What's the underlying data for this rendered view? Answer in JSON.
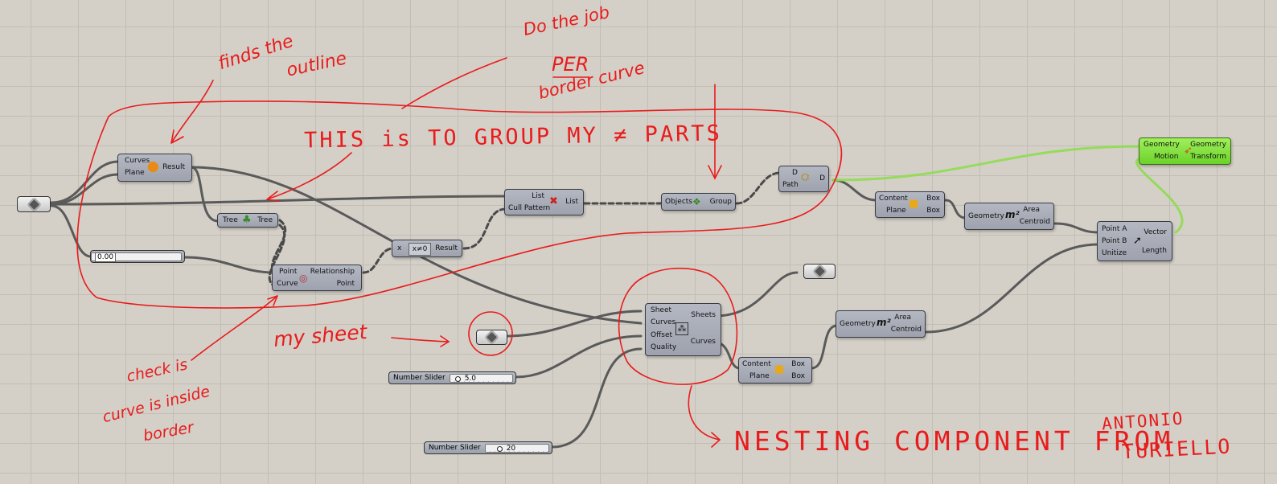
{
  "components": {
    "region_union": {
      "inputs": [
        "Curves",
        "Plane"
      ],
      "outputs": [
        "Result"
      ]
    },
    "tree_branch": {
      "input": "Tree",
      "output": "Tree"
    },
    "contains": {
      "inputs": [
        "Point",
        "Curve"
      ],
      "outputs": [
        "Relationship",
        "Point"
      ]
    },
    "not_equal": {
      "input": "x",
      "op": "x≠0",
      "output": "Result"
    },
    "cull": {
      "inputs": [
        "List",
        "Cull Pattern"
      ],
      "outputs": [
        "List"
      ]
    },
    "group": {
      "input": "Objects",
      "output": "Group"
    },
    "data_path": {
      "inputs": [
        "D",
        "Path"
      ],
      "outputs": [
        "D"
      ]
    },
    "bbox_top": {
      "inputs": [
        "Content",
        "Plane"
      ],
      "outputs": [
        "Box",
        "Box"
      ]
    },
    "area_top": {
      "input": "Geometry",
      "symbol": "m²",
      "outputs": [
        "Area",
        "Centroid"
      ]
    },
    "vector": {
      "inputs": [
        "Point A",
        "Point B",
        "Unitize"
      ],
      "outputs": [
        "Vector",
        "Length"
      ]
    },
    "move": {
      "inputs": [
        "Geometry",
        "Motion"
      ],
      "outputs": [
        "Geometry",
        "Transform"
      ]
    },
    "nesting": {
      "inputs": [
        "Sheet",
        "Curves",
        "Offset",
        "Quality"
      ],
      "outputs": [
        "Sheets",
        "Curves"
      ]
    },
    "area_bottom": {
      "input": "Geometry",
      "symbol": "m²",
      "outputs": [
        "Area",
        "Centroid"
      ]
    },
    "bbox_bottom": {
      "inputs": [
        "Content",
        "Plane"
      ],
      "outputs": [
        "Box",
        "Box"
      ]
    }
  },
  "sliders": {
    "number_top": {
      "value": "0.00"
    },
    "offset": {
      "label": "Number Slider",
      "value": "5.0",
      "fraction": 0.12
    },
    "quality": {
      "label": "Number Slider",
      "value": "20",
      "fraction": 0.2
    }
  },
  "annotations": {
    "finds_outline_1": "finds the",
    "finds_outline_2": "outline",
    "do_job_1": "Do the job",
    "do_job_2": "PER",
    "do_job_3": "border curve",
    "group_parts": "THIS is TO GROUP MY ≠ PARTS",
    "my_sheet": "my sheet",
    "check_1": "check is",
    "check_2": "curve is inside",
    "check_3": "border",
    "nesting_caption": "NESTING COMPONENT FROM",
    "author_1": "ANTONIO",
    "author_2": "TURIELLO"
  },
  "colors": {
    "annotation": "#e81c1c",
    "wire": "#4a4a4a",
    "selected_wire": "#8fdc4f",
    "selected_node": "#7fe03a"
  }
}
